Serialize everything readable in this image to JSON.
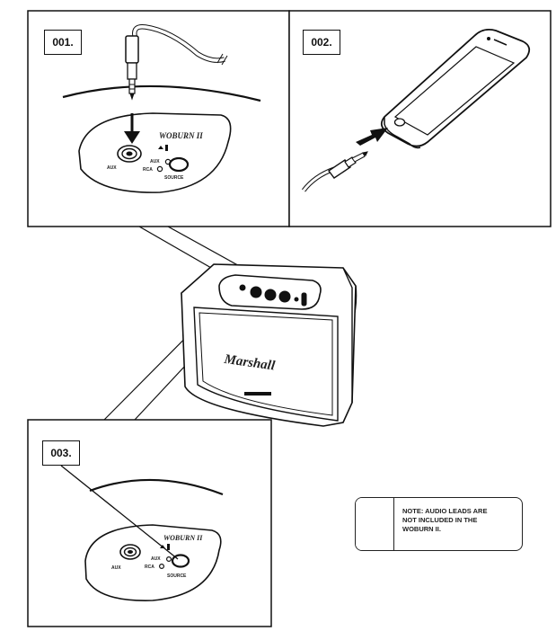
{
  "steps": [
    {
      "label": "001."
    },
    {
      "label": "002."
    },
    {
      "label": "003."
    }
  ],
  "panel_001": {
    "model_label": "WOBURN II",
    "aux_port_label": "AUX",
    "aux_led_label": "AUX",
    "rca_led_label": "RCA",
    "source_button_label": "SOURCE"
  },
  "panel_003": {
    "model_label": "WOBURN II",
    "aux_port_label": "AUX",
    "aux_led_label": "AUX",
    "rca_led_label": "RCA",
    "source_button_label": "SOURCE"
  },
  "speaker": {
    "logo": "Marshall"
  },
  "note": {
    "text": "NOTE: AUDIO LEADS ARE\nNOT INCLUDED IN THE\nWOBURN II.",
    "icon": "music-note-icon"
  },
  "colors": {
    "line": "#111111",
    "background": "#ffffff"
  }
}
